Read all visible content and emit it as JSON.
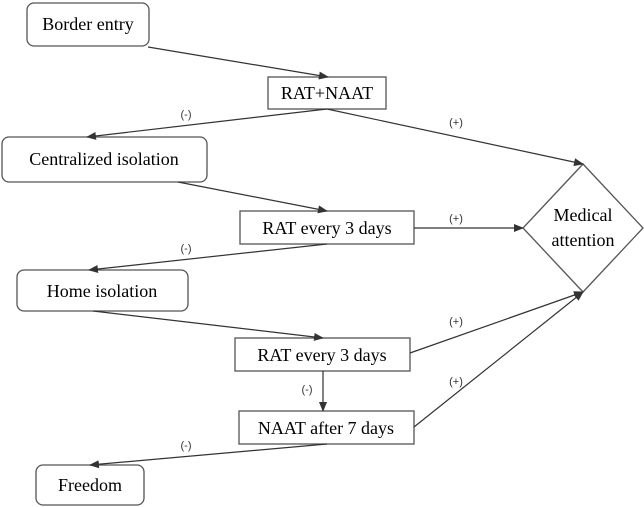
{
  "nodes": {
    "border_entry": "Border entry",
    "rat_naat": "RAT+NAAT",
    "centralized_isolation": "Centralized isolation",
    "rat_every_3_days_1": "RAT every 3 days",
    "home_isolation": "Home isolation",
    "rat_every_3_days_2": "RAT every 3 days",
    "naat_after_7_days": "NAAT after 7 days",
    "freedom": "Freedom",
    "medical_attention_line1": "Medical",
    "medical_attention_line2": "attention"
  },
  "edges": {
    "negative": "(-)",
    "positive": "(+)"
  },
  "colors": {
    "stroke": "#333333",
    "text": "#000000"
  }
}
